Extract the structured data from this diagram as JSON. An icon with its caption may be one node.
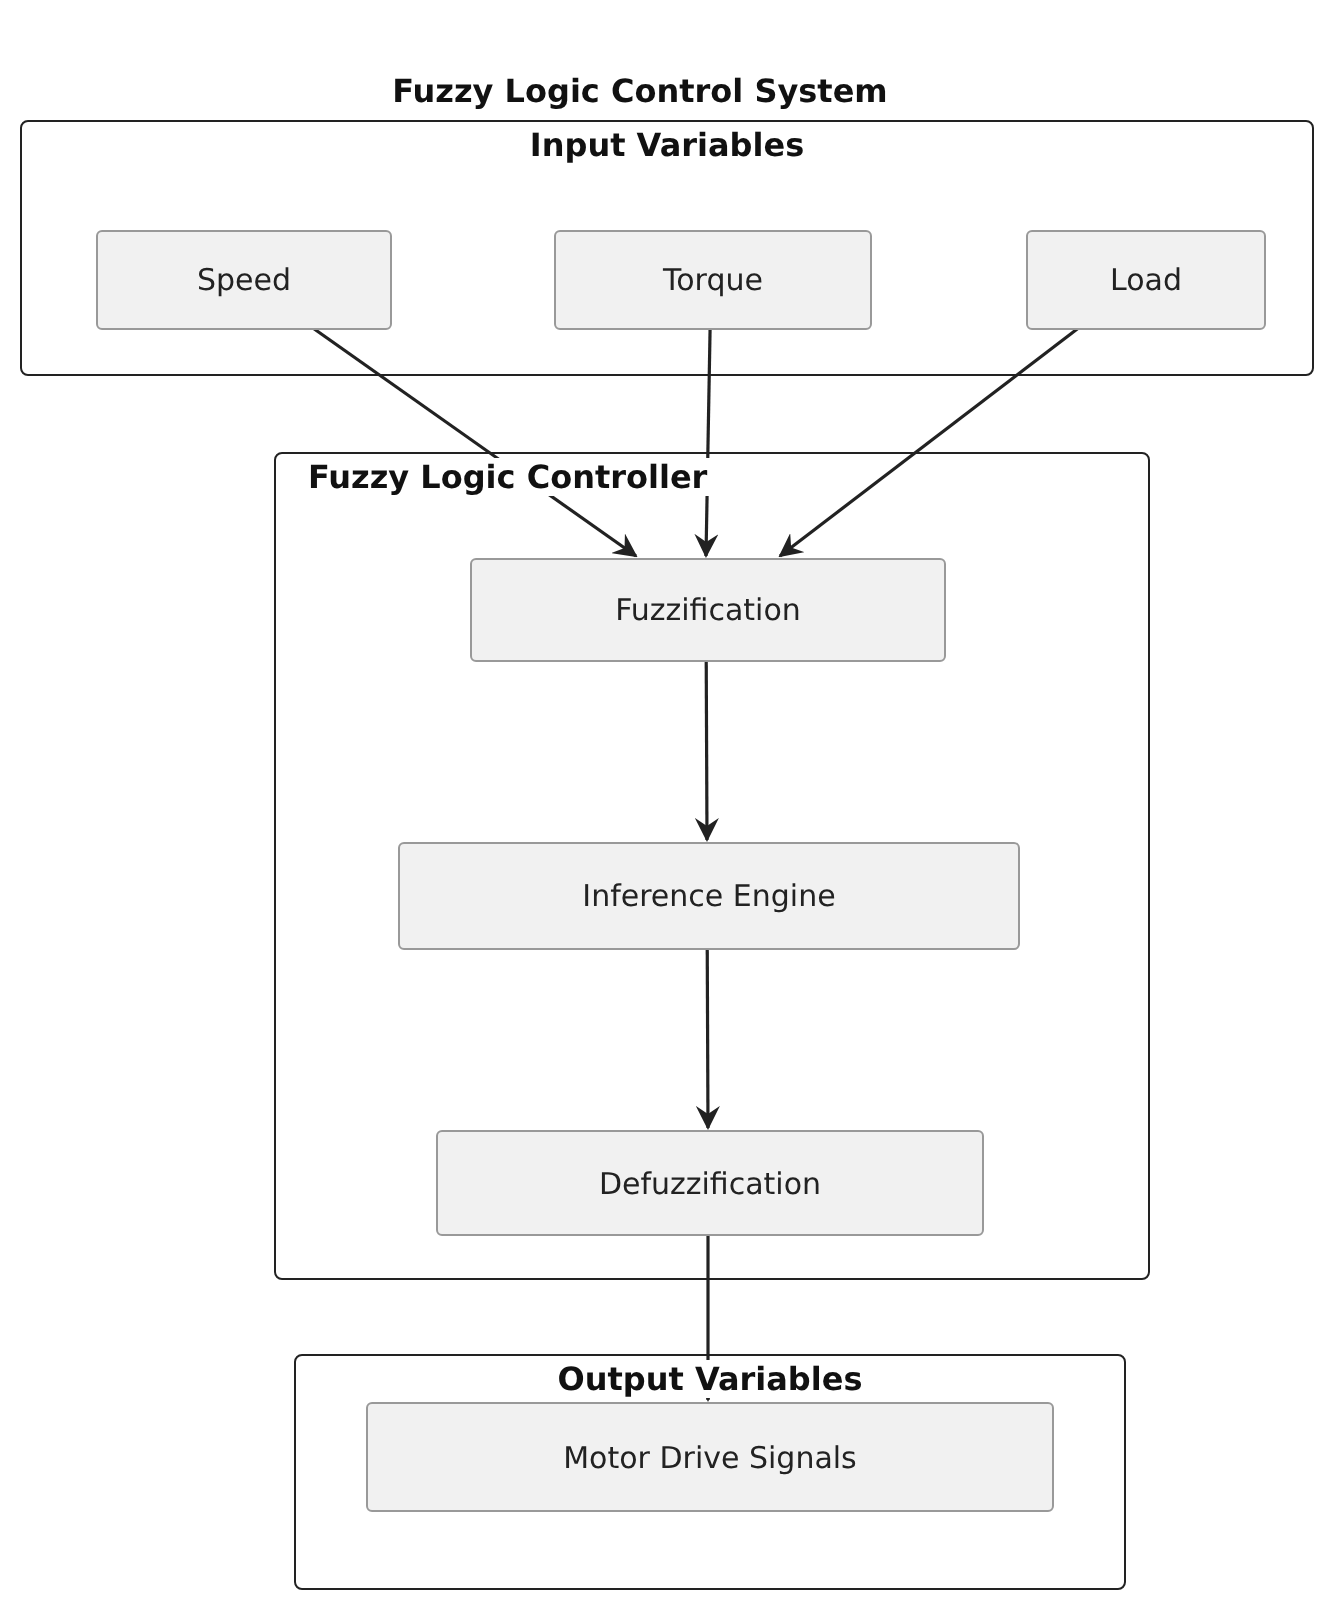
{
  "diagram": {
    "title": "Fuzzy Logic Control System",
    "nodes": [
      {
        "text": [
          "Input Variables"
        ]
      },
      {
        "text": [
          "Speed"
        ],
        "in": 0
      },
      {
        "text": [
          "Torque"
        ],
        "in": 0
      },
      {
        "text": [
          "Load"
        ],
        "in": 0
      },
      {
        "text": [
          "Fuzzy Logic Controller"
        ]
      },
      {
        "text": [
          "Fuzzification"
        ],
        "in": 4
      },
      {
        "text": [
          "Inference Engine"
        ],
        "in": 4
      },
      {
        "text": [
          "Defuzzification"
        ],
        "in": 4
      },
      {
        "text": [
          "Output Variables"
        ]
      },
      {
        "text": [
          "Motor Drive Signals"
        ],
        "in": 8
      }
    ],
    "edges": [
      {
        "from": 1,
        "to": 5,
        "arrow": "to"
      },
      {
        "from": 2,
        "to": 5,
        "arrow": "to"
      },
      {
        "from": 3,
        "to": 5,
        "arrow": "to"
      },
      {
        "from": 5,
        "to": 6,
        "arrow": "to"
      },
      {
        "from": 6,
        "to": 7,
        "arrow": "to"
      },
      {
        "from": 7,
        "to": 9,
        "arrow": "to"
      }
    ]
  }
}
